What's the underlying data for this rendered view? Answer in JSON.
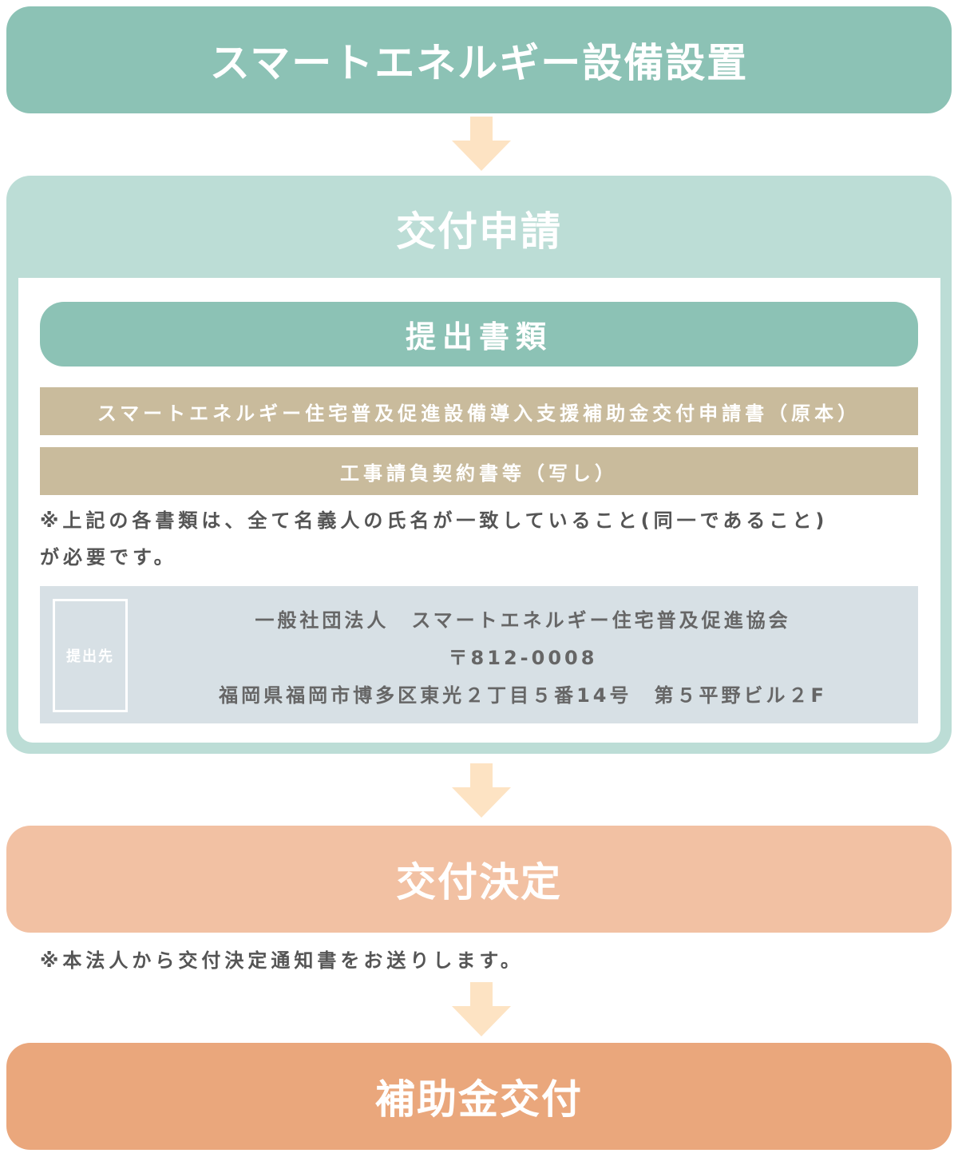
{
  "colors": {
    "step_teal": "#8cc2b5",
    "panel_light_teal": "#bcddd6",
    "doc_tan": "#c9bb9c",
    "dest_gray": "#d7e0e5",
    "step_light_orange": "#f2c1a3",
    "step_orange": "#eaa77c",
    "arrow": "#fde3c3",
    "note_text": "#555555"
  },
  "steps": {
    "install": "スマートエネルギー設備設置",
    "application": "交付申請",
    "decision": "交付決定",
    "grant": "補助金交付"
  },
  "documents": {
    "heading": "提出書類",
    "items": [
      "スマートエネルギー住宅普及促進設備導入支援補助金交付申請書（原本）",
      "工事請負契約書等（写し）"
    ],
    "note_line1": "※上記の各書類は、全て名義人の氏名が一致していること(同一であること)",
    "note_line2": "が必要です。"
  },
  "destination": {
    "label": "提出先",
    "organization": "一般社団法人　スマートエネルギー住宅普及促進協会",
    "postal_code": "〒812-0008",
    "address": "福岡県福岡市博多区東光２丁目５番14号　第５平野ビル２F"
  },
  "decision_note": "※本法人から交付決定通知書をお送りします。",
  "icons": {
    "flow_arrow": "down-arrow-icon"
  }
}
